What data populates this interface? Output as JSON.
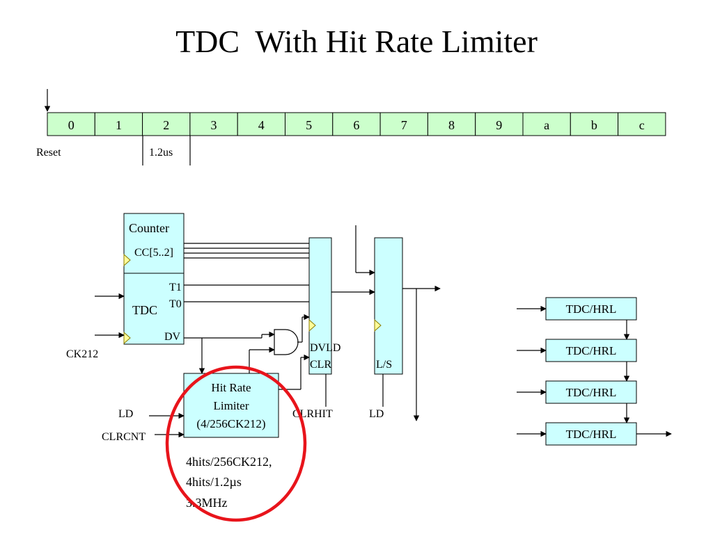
{
  "title": "TDC  With Hit Rate Limiter",
  "timeline": {
    "cells": [
      "0",
      "1",
      "2",
      "3",
      "4",
      "5",
      "6",
      "7",
      "8",
      "9",
      "a",
      "b",
      "c"
    ],
    "reset_label": "Reset",
    "time_label": "1.2us"
  },
  "counter": {
    "label": "Counter",
    "output": "CC[5..2]"
  },
  "tdc": {
    "label": "TDC",
    "t1": "T1",
    "t0": "T0",
    "dv": "DV",
    "clock": "CK212"
  },
  "mid_register": {
    "dvld": "DVLD",
    "clr": "CLR",
    "clr_input": "CLRHIT"
  },
  "ls_register": {
    "label": "L/S",
    "input": "LD"
  },
  "hrl": {
    "line1": "Hit Rate",
    "line2": "Limiter",
    "line3": "(4/256CK212)",
    "input_ld": "LD",
    "input_clrcnt": "CLRCNT"
  },
  "notes": [
    "4hits/256CK212,",
    "4hits/1.2µs",
    "3.3MHz"
  ],
  "chain": [
    "TDC/HRL",
    "TDC/HRL",
    "TDC/HRL",
    "TDC/HRL"
  ],
  "colors": {
    "box_fill": "#ccffff",
    "cell_fill": "#ccffcc",
    "circle": "#e8141b",
    "clock_marker": "#ffff99"
  }
}
